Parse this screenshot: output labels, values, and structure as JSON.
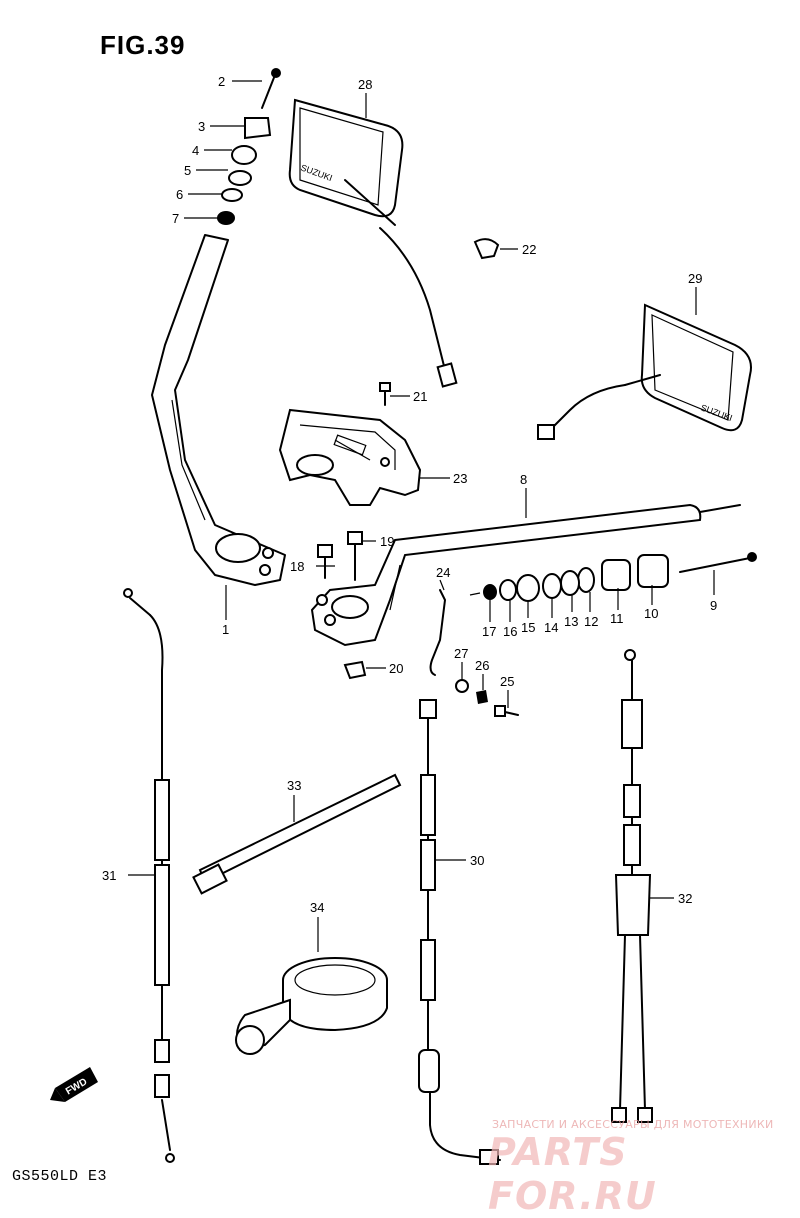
{
  "figure": {
    "title": "FIG.39"
  },
  "model": {
    "code": "GS550LD E3"
  },
  "fwd_arrow": {
    "label": "FWD"
  },
  "watermark": {
    "subtitle": "ЗАПЧАСТИ И АКСЕССУАРЫ ДЛЯ МОТОТЕХНИКИ",
    "main": "PARTS FOR.RU",
    "color": "#f2b7b7"
  },
  "mirror_brand": "SUZUKI",
  "callouts": [
    {
      "id": "1",
      "text": "1"
    },
    {
      "id": "2",
      "text": "2"
    },
    {
      "id": "3",
      "text": "3"
    },
    {
      "id": "4",
      "text": "4"
    },
    {
      "id": "5",
      "text": "5"
    },
    {
      "id": "6",
      "text": "6"
    },
    {
      "id": "7",
      "text": "7"
    },
    {
      "id": "8",
      "text": "8"
    },
    {
      "id": "9",
      "text": "9"
    },
    {
      "id": "10",
      "text": "10"
    },
    {
      "id": "11",
      "text": "11"
    },
    {
      "id": "12",
      "text": "12"
    },
    {
      "id": "13",
      "text": "13"
    },
    {
      "id": "14",
      "text": "14"
    },
    {
      "id": "15",
      "text": "15"
    },
    {
      "id": "16",
      "text": "16"
    },
    {
      "id": "17",
      "text": "17"
    },
    {
      "id": "18",
      "text": "18"
    },
    {
      "id": "19",
      "text": "19"
    },
    {
      "id": "20",
      "text": "20"
    },
    {
      "id": "21",
      "text": "21"
    },
    {
      "id": "22",
      "text": "22"
    },
    {
      "id": "23",
      "text": "23"
    },
    {
      "id": "24",
      "text": "24"
    },
    {
      "id": "25",
      "text": "25"
    },
    {
      "id": "26",
      "text": "26"
    },
    {
      "id": "27",
      "text": "27"
    },
    {
      "id": "28",
      "text": "28"
    },
    {
      "id": "29",
      "text": "29"
    },
    {
      "id": "30",
      "text": "30"
    },
    {
      "id": "31",
      "text": "31"
    },
    {
      "id": "32",
      "text": "32"
    },
    {
      "id": "33",
      "text": "33"
    },
    {
      "id": "34",
      "text": "34"
    }
  ]
}
